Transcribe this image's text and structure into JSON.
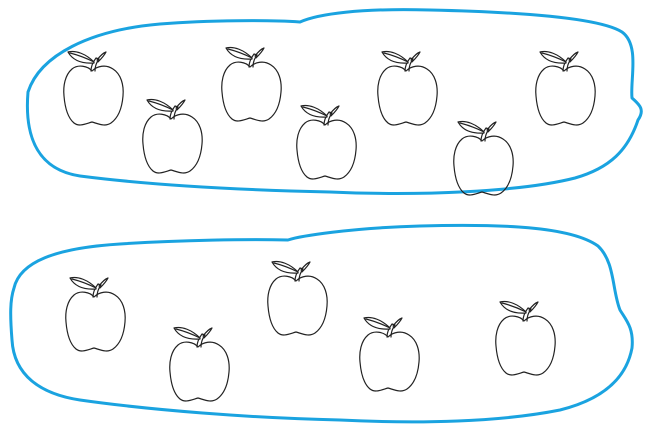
{
  "colors": {
    "outline": "#1aa3e0",
    "apple_stroke": "#222222",
    "background": "#ffffff"
  },
  "groups": [
    {
      "name": "top-group",
      "apple_count": 7
    },
    {
      "name": "bottom-group",
      "apple_count": 5
    }
  ],
  "icon": "apple-icon"
}
